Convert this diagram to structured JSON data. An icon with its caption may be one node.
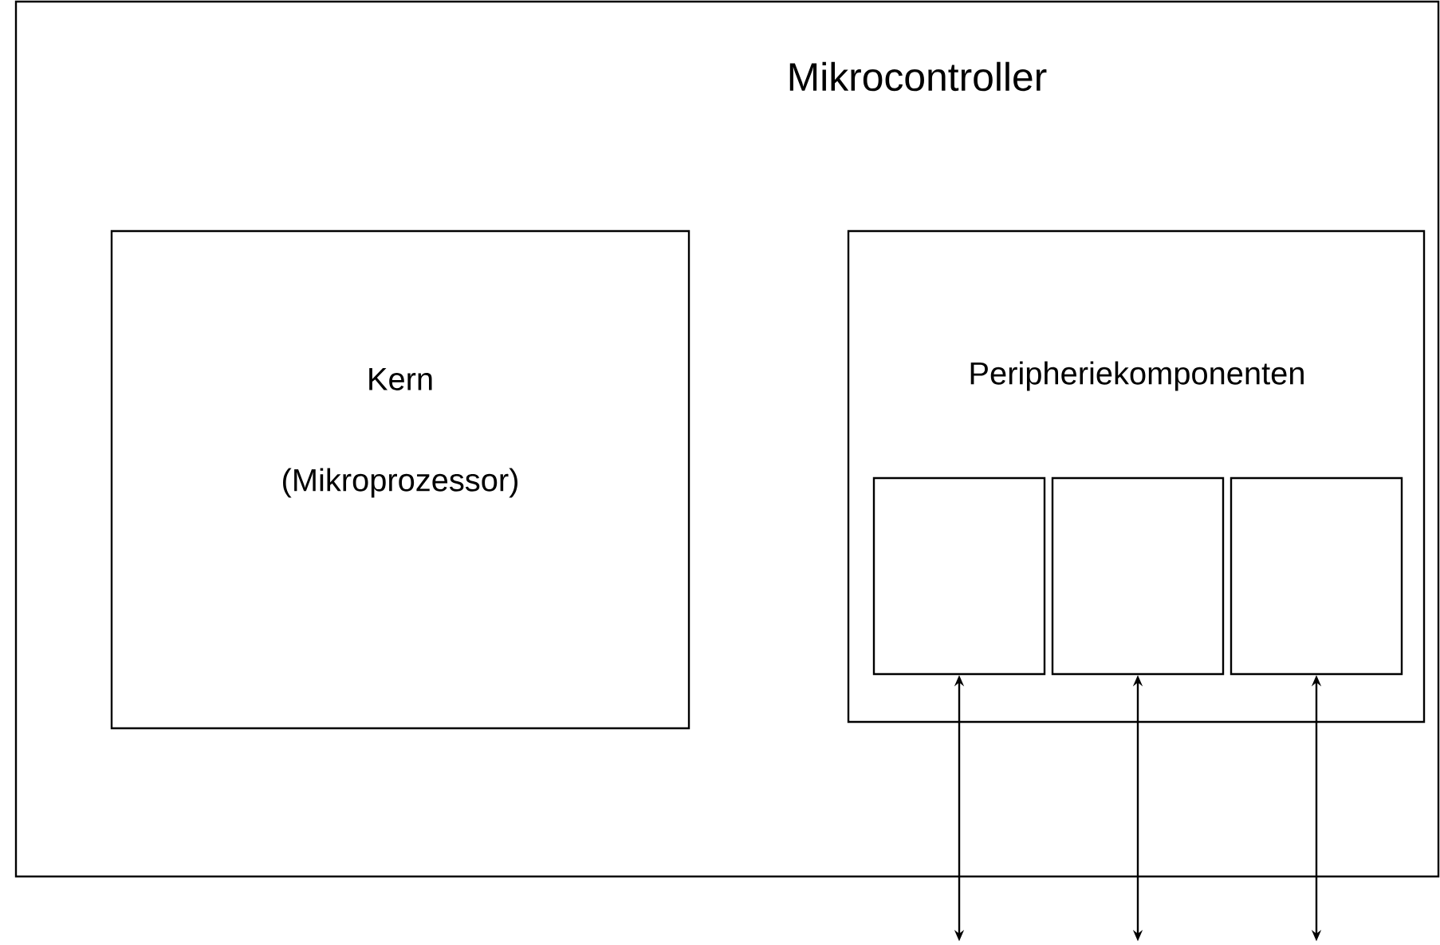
{
  "diagram": {
    "nodes": [
      {
        "text": [
          "Mikrocontroller"
        ]
      },
      {
        "text": [
          "Kern",
          "(Mikroprozessor)"
        ],
        "in": 0
      },
      {
        "text": [
          "Peripheriekomponenten"
        ],
        "in": 0
      },
      {
        "text": [],
        "shape": "box",
        "in": 2
      },
      {
        "text": [],
        "shape": "box",
        "in": 2
      },
      {
        "text": [],
        "shape": "box",
        "in": 2
      }
    ],
    "edges": [
      {
        "from": 3,
        "to": null,
        "arrow": "both"
      },
      {
        "from": 4,
        "to": null,
        "arrow": "both"
      },
      {
        "from": 5,
        "to": null,
        "arrow": "both"
      }
    ]
  }
}
